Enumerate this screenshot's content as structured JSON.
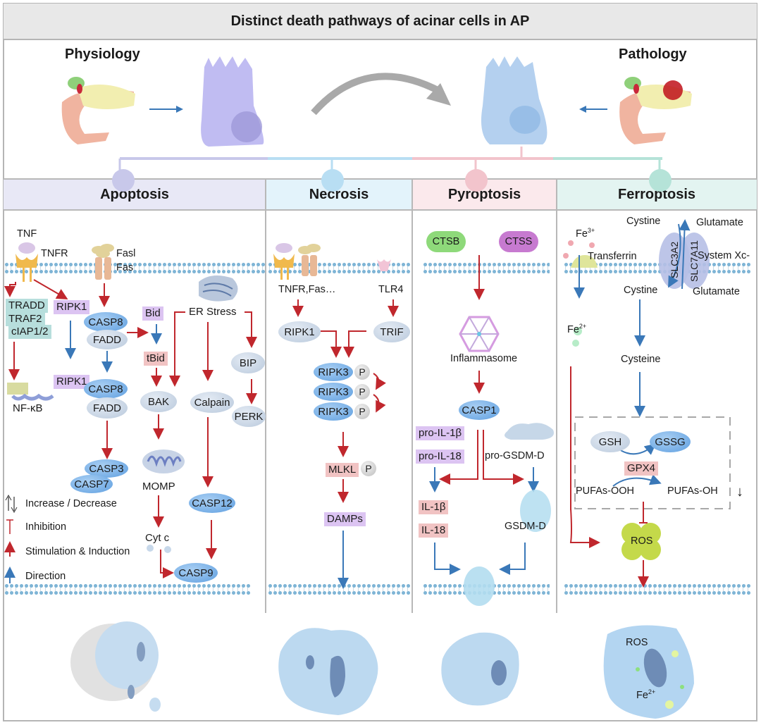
{
  "title": "Distinct death pathways of acinar cells in AP",
  "top": {
    "physiology_label": "Physiology",
    "pathology_label": "Pathology"
  },
  "columns": [
    {
      "name": "Apoptosis",
      "color": "#e8e8f6",
      "dot": "#c8c8ea"
    },
    {
      "name": "Necrosis",
      "color": "#e3f3fb",
      "dot": "#b8def3"
    },
    {
      "name": "Pyroptosis",
      "color": "#fbe9ec",
      "dot": "#f2c4cc"
    },
    {
      "name": "Ferroptosis",
      "color": "#e3f4f1",
      "dot": "#b5e3d8"
    }
  ],
  "apoptosis": {
    "tnf": "TNF",
    "tnfr": "TNFR",
    "fasl": "Fasl",
    "fas": "Fas",
    "tradd": "TRADD",
    "traf2": "TRAF2",
    "ciap": "cIAP1/2",
    "ripk1_a": "RIPK1",
    "ripk1_b": "RIPK1",
    "nfkb": "NF-κB",
    "casp8_a": "CASP8",
    "fadd_a": "FADD",
    "casp8_b": "CASP8",
    "fadd_b": "FADD",
    "casp3": "CASP3",
    "casp7": "CASP7",
    "bid": "Bid",
    "tbid": "tBid",
    "bak": "BAK",
    "momp": "MOMP",
    "cytc": "Cyt c",
    "casp9": "CASP9",
    "er_stress": "ER Stress",
    "calpain": "Calpain",
    "casp12": "CASP12",
    "bip": "BIP",
    "perk": "PERK"
  },
  "legend": [
    {
      "symbol": "↑↓",
      "label": "Increase / Decrease"
    },
    {
      "symbol": "⊤",
      "label": "Inhibition"
    },
    {
      "symbol": "red-arrow",
      "label": "Stimulation & Induction"
    },
    {
      "symbol": "blue-arrow",
      "label": "Direction"
    }
  ],
  "necrosis": {
    "receptors": "TNFR,Fas…",
    "tlr4": "TLR4",
    "ripk1": "RIPK1",
    "trif": "TRIF",
    "ripk3": [
      "RIPK3",
      "RIPK3",
      "RIPK3"
    ],
    "p": "P",
    "mlkl": "MLKL",
    "damps": "DAMPs"
  },
  "pyroptosis": {
    "ctsb": "CTSB",
    "ctss": "CTSS",
    "inflammasome": "Inflammasome",
    "casp1": "CASP1",
    "pro_il1b": "pro-IL-1β",
    "pro_il18": "pro-IL-18",
    "pro_gsdmd": "pro-GSDM-D",
    "il1b": "IL-1β",
    "il18": "IL-18",
    "gsdmd": "GSDM-D"
  },
  "ferroptosis": {
    "fe3": "Fe",
    "fe3_sup": "3+",
    "transferrin": "Transferrin",
    "fe2": "Fe",
    "fe2_sup": "2+",
    "cystine_out": "Cystine",
    "glutamate_out": "Glutamate",
    "slc3a2": "SLC3A2",
    "slc7a11": "SLC7A11",
    "system_xc": "System Xc-",
    "cystine_in": "Cystine",
    "glutamate_in": "Glutamate",
    "cysteine": "Cysteine",
    "gsh": "GSH",
    "gssg": "GSSG",
    "gpx4": "GPX4",
    "pufas_ooh": "PUFAs-OOH",
    "pufas_oh": "PUFAs-OH",
    "ros": "ROS",
    "decrease_symbol": "↓"
  },
  "bottom": {
    "ros": "ROS",
    "fe": "Fe",
    "fe_sup": "2+"
  }
}
